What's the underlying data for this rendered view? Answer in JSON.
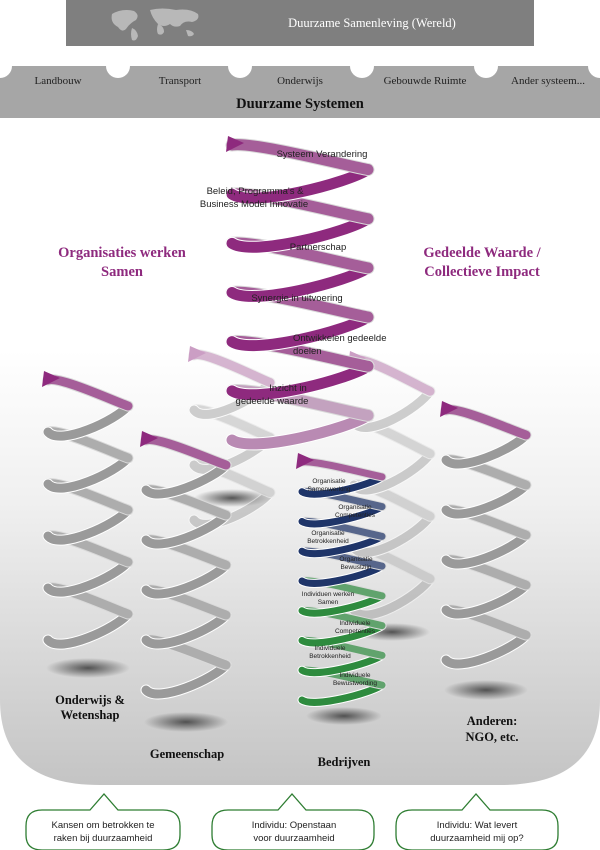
{
  "top_banner": {
    "title": "Duurzame Samenleving (Wereld)"
  },
  "systems": {
    "title": "Duurzame Systemen",
    "items": [
      "Landbouw",
      "Transport",
      "Onderwijs",
      "Gebouwde Ruimte",
      "Ander systeem..."
    ]
  },
  "side_labels": {
    "left": [
      "Organisaties werken",
      "Samen"
    ],
    "right": [
      "Gedeelde Waarde /",
      "Collectieve Impact"
    ]
  },
  "central_spiral": {
    "levels": [
      [
        "Systeem Verandering"
      ],
      [
        "Beleid, Programma's &",
        "Business Model Innovatie"
      ],
      [
        "Partnerschap"
      ],
      [
        "Synergie in uitvoering"
      ],
      [
        "Ontwikkelen gedeelde",
        "doelen"
      ],
      [
        "Inzicht in",
        "gedeelde waarde"
      ]
    ]
  },
  "company_spiral": {
    "organisation": [
      [
        "Organisatie",
        "Samenwerking"
      ],
      [
        "Organisatie",
        "Competenties"
      ],
      [
        "Organisatie",
        "Betrokkenheid"
      ],
      [
        "Organisatie",
        "Bewustzijn"
      ]
    ],
    "individual": [
      [
        "Individuen werken",
        "Samen"
      ],
      [
        "Individuele",
        "Competenties"
      ],
      [
        "Individuele",
        "Betrokkenheid"
      ],
      [
        "Individuele",
        "Bewustwording"
      ]
    ]
  },
  "groups": [
    [
      "Onderwijs &",
      "Wetenshap"
    ],
    [
      "Gemeenschap"
    ],
    [
      "Bedrijven"
    ],
    [
      "Anderen:",
      "NGO, etc."
    ]
  ],
  "callouts": [
    [
      "Kansen om betrokken te",
      "raken bij duurzaamheid"
    ],
    [
      "Individu: Openstaan",
      "voor duurzaamheid"
    ],
    [
      "Individu: Wat levert",
      "duurzaamheid mij op?"
    ]
  ],
  "colors": {
    "banner": "#7f7f7f",
    "band": "#a6a6a6",
    "magenta": "#8e2a7e",
    "gray_ribbon": "#9a9a9a",
    "navy": "#1f3569",
    "green": "#2e8b3e",
    "callout_border": "#2e7d32"
  }
}
